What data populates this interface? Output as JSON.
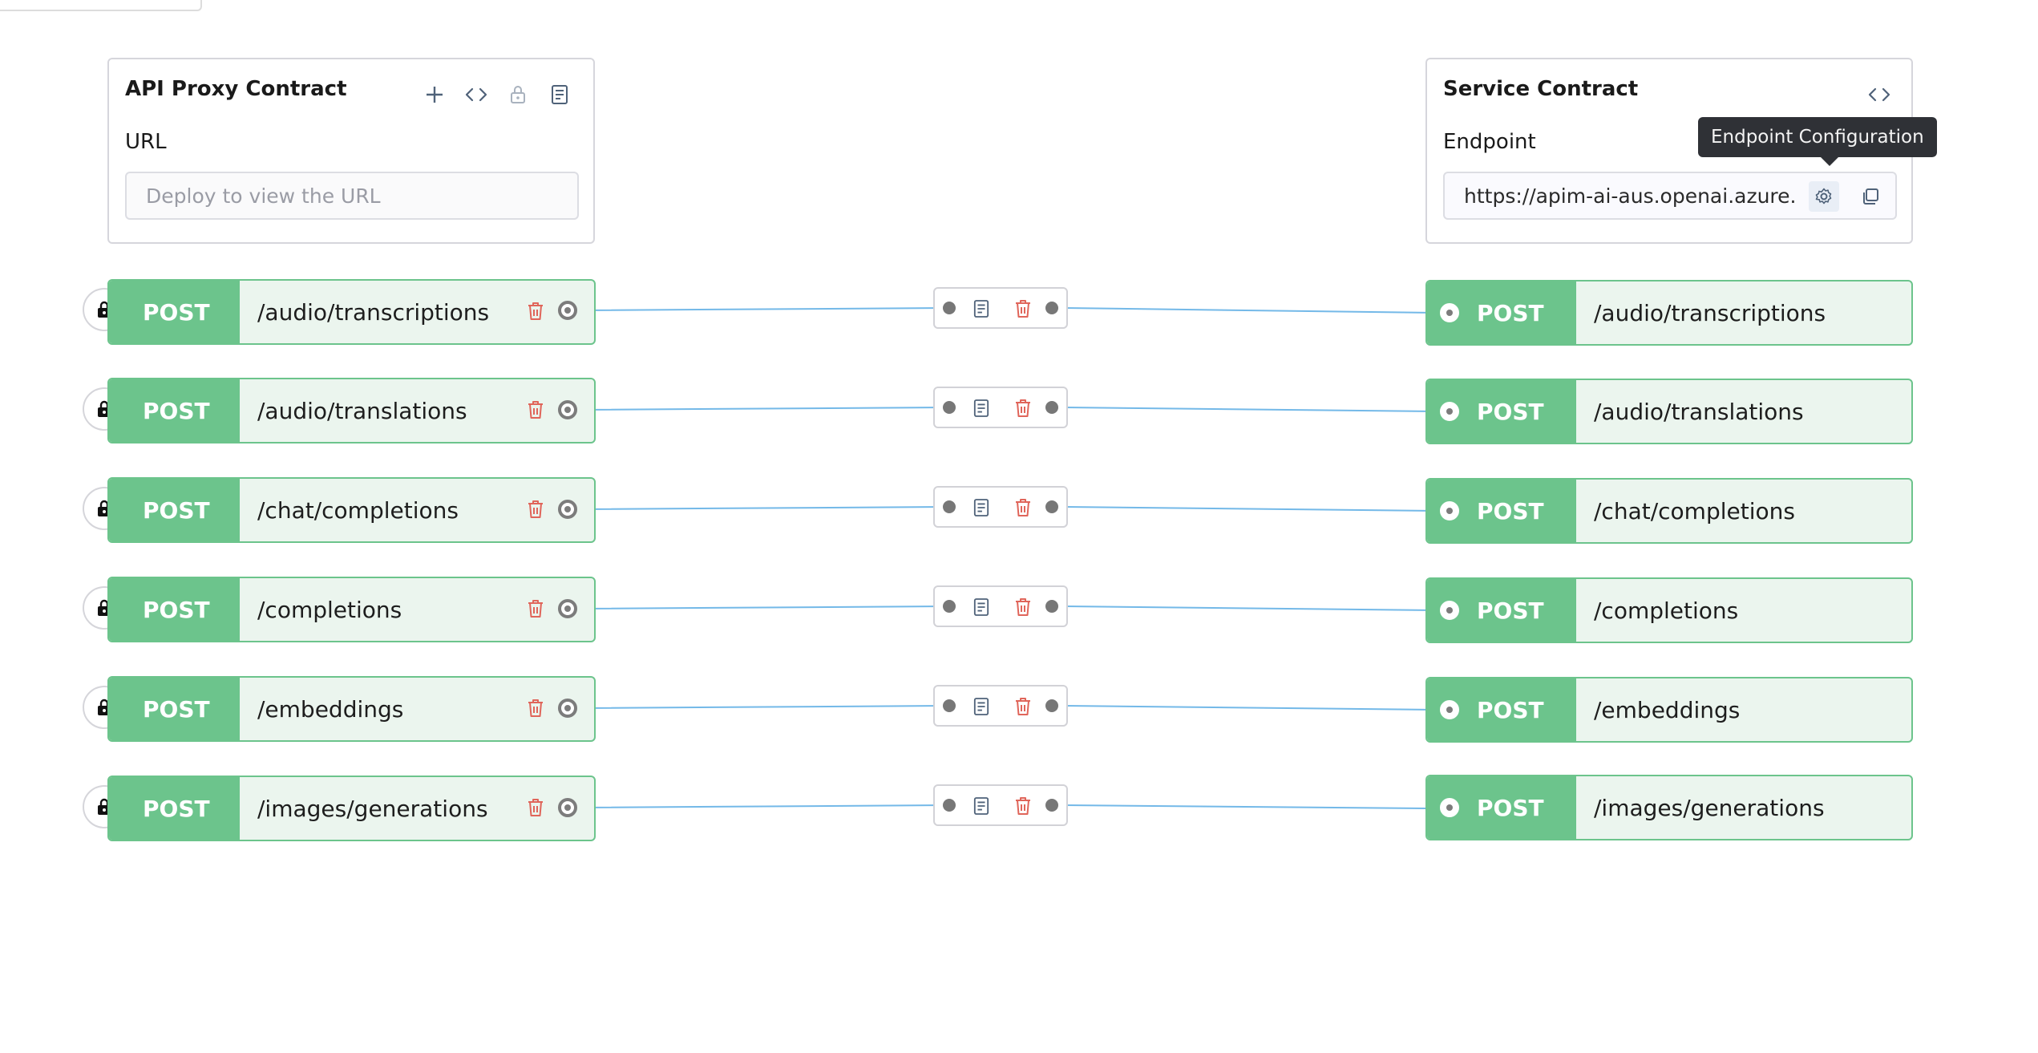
{
  "proxy_contract": {
    "title": "API Proxy Contract",
    "url_label": "URL",
    "url_placeholder": "Deploy to view the URL",
    "icons": [
      "plus-icon",
      "code-icon",
      "unlock-icon",
      "document-icon"
    ]
  },
  "service_contract": {
    "title": "Service Contract",
    "endpoint_label": "Endpoint",
    "endpoint_value": "https://apim-ai-aus.openai.azure.com/openai",
    "tooltip": "Endpoint Configuration",
    "icons": [
      "code-icon",
      "gear-icon",
      "copy-icon"
    ]
  },
  "routes": [
    {
      "method": "POST",
      "path": "/audio/transcriptions",
      "target_method": "POST",
      "target_path": "/audio/transcriptions"
    },
    {
      "method": "POST",
      "path": "/audio/translations",
      "target_method": "POST",
      "target_path": "/audio/translations"
    },
    {
      "method": "POST",
      "path": "/chat/completions",
      "target_method": "POST",
      "target_path": "/chat/completions"
    },
    {
      "method": "POST",
      "path": "/completions",
      "target_method": "POST",
      "target_path": "/completions"
    },
    {
      "method": "POST",
      "path": "/embeddings",
      "target_method": "POST",
      "target_path": "/embeddings"
    },
    {
      "method": "POST",
      "path": "/images/generations",
      "target_method": "POST",
      "target_path": "/images/generations"
    }
  ],
  "colors": {
    "method_green": "#6cc48c",
    "route_bg": "#ebf5ee",
    "connector_blue": "#74b9e8",
    "delete_red": "#e0655a",
    "icon_blue_gray": "#4f6279"
  }
}
